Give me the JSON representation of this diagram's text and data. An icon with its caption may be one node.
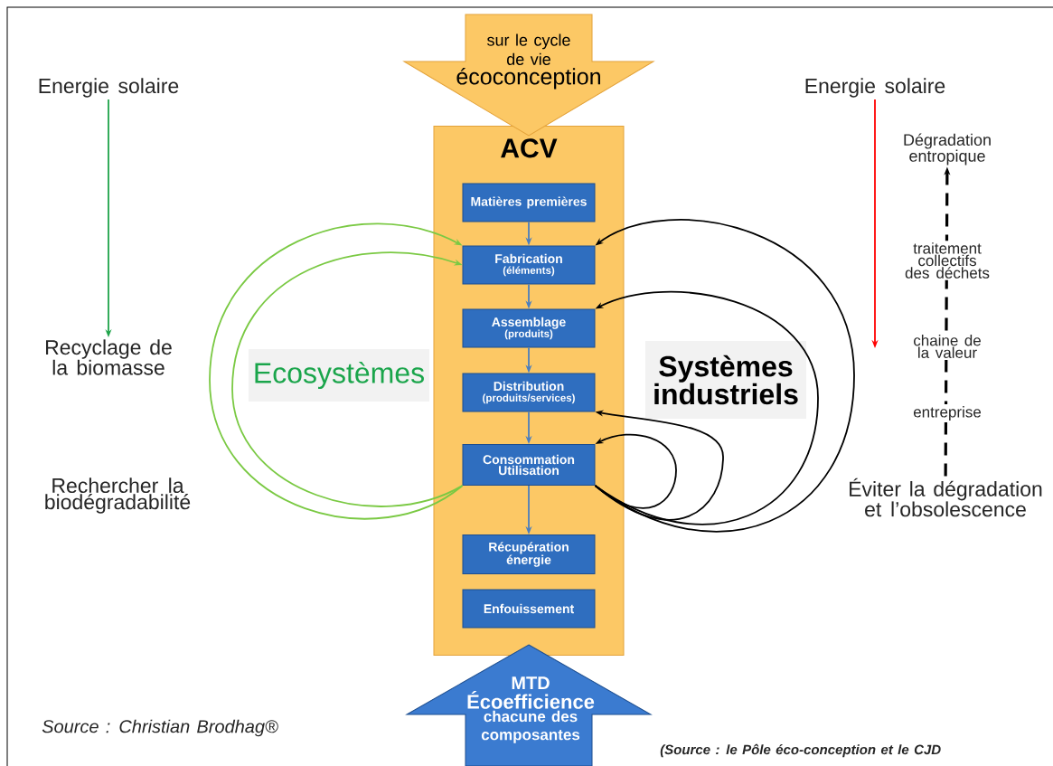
{
  "diagram": {
    "nodes": [
      {
        "text": [
          "ACV"
        ]
      },
      {
        "text": [
          "sur le cycle de vie",
          "écoconception"
        ]
      },
      {
        "text": [
          "Matières premières"
        ],
        "in": 0
      },
      {
        "text": [
          "Fabrication",
          "(éléments)"
        ],
        "in": 0
      },
      {
        "text": [
          "Assemblage",
          "(produits)"
        ],
        "in": 0
      },
      {
        "text": [
          "Distribution",
          "(produits/services)"
        ],
        "in": 0
      },
      {
        "text": [
          "Consommation Utilisation"
        ],
        "in": 0
      },
      {
        "text": [
          "Récupération énergie"
        ],
        "in": 0
      },
      {
        "text": [
          "Enfouissement"
        ],
        "in": 0
      },
      {
        "text": [
          "MTD",
          "Écoefficience",
          "chacune des composantes"
        ]
      },
      {
        "text": [
          "Ecosystèmes"
        ]
      },
      {
        "text": [
          "Systèmes industriels"
        ]
      },
      {
        "text": [
          "Energie solaire"
        ]
      },
      {
        "text": [
          "Recyclage de la biomasse"
        ]
      },
      {
        "text": [
          "Energie solaire"
        ]
      },
      {
        "text": [
          "Dégradation entropique"
        ]
      },
      {
        "text": [
          "Éviter la dégradation et l’obsolescence"
        ]
      }
    ],
    "edges": [
      {
        "from": 2,
        "to": 3,
        "arrow": "to",
        "color": "#4a7ebf"
      },
      {
        "from": 3,
        "to": 4,
        "arrow": "to",
        "color": "#4a7ebf"
      },
      {
        "from": 4,
        "to": 5,
        "arrow": "to",
        "color": "#4a7ebf"
      },
      {
        "from": 5,
        "to": 6,
        "arrow": "to",
        "color": "#4a7ebf"
      },
      {
        "from": 6,
        "to": 7,
        "arrow": "to",
        "color": "#4a7ebf"
      },
      {
        "from": 6,
        "to": 3,
        "arrow": "to",
        "color": "#000000"
      },
      {
        "from": 6,
        "to": 4,
        "arrow": "to",
        "color": "#000000"
      },
      {
        "from": 6,
        "to": 5,
        "arrow": "to",
        "color": "#000000"
      },
      {
        "from": 6,
        "to": 6,
        "arrow": "to",
        "color": "#000000"
      },
      {
        "from": 6,
        "to": 3,
        "arrow": "to",
        "color": "#7ac943"
      },
      {
        "from": 6,
        "to": 3,
        "arrow": "to",
        "color": "#7ac943"
      },
      {
        "from": 12,
        "to": 13,
        "arrow": "to",
        "color": "#1fa34a"
      },
      {
        "from": 14,
        "to": null,
        "arrow": "to",
        "color": "#ff0000"
      },
      {
        "from": 16,
        "to": 15,
        "arrow": "to",
        "style": "dashed",
        "color": "#000000"
      }
    ],
    "labels": [
      "Rechercher la biodégradabilité",
      "traitement collectifs des déchets",
      "chaine de la valeur",
      "entreprise",
      "Source : Christian Brodhag®",
      "(Source : le Pôle éco-conception et le CJD"
    ]
  }
}
